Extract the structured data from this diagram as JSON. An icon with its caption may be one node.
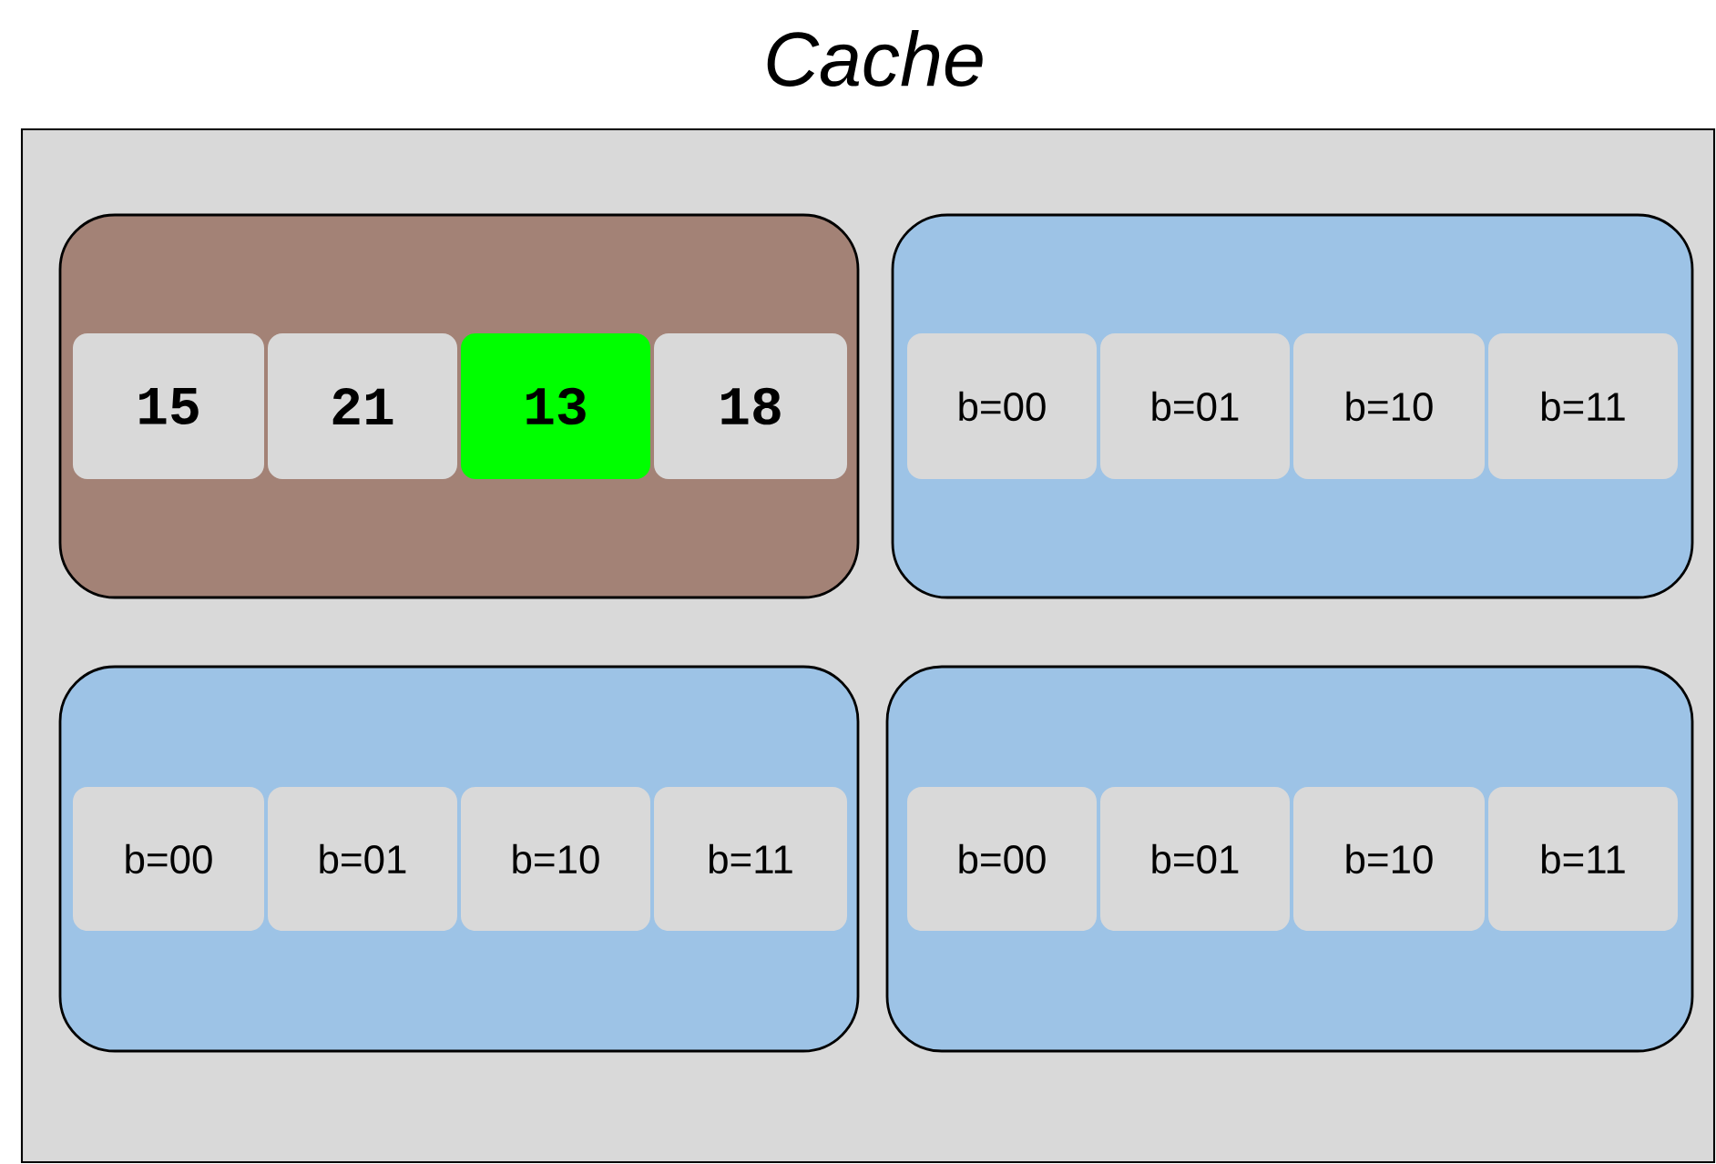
{
  "diagram": {
    "title": "Cache",
    "nodes": [
      {
        "text": [],
        "shape": "box"
      },
      {
        "text": [],
        "shape": "box",
        "in": 0
      },
      {
        "text": [
          "15"
        ],
        "in": 1
      },
      {
        "text": [
          "21"
        ],
        "in": 1
      },
      {
        "text": [
          "13"
        ],
        "in": 1
      },
      {
        "text": [
          "18"
        ],
        "in": 1
      },
      {
        "text": [],
        "shape": "box",
        "in": 0
      },
      {
        "text": [
          "b=00"
        ],
        "in": 6
      },
      {
        "text": [
          "b=01"
        ],
        "in": 6
      },
      {
        "text": [
          "b=10"
        ],
        "in": 6
      },
      {
        "text": [
          "b=11"
        ],
        "in": 6
      },
      {
        "text": [],
        "shape": "box",
        "in": 0
      },
      {
        "text": [
          "b=00"
        ],
        "in": 11
      },
      {
        "text": [
          "b=01"
        ],
        "in": 11
      },
      {
        "text": [
          "b=10"
        ],
        "in": 11
      },
      {
        "text": [
          "b=11"
        ],
        "in": 11
      },
      {
        "text": [],
        "shape": "box",
        "in": 0
      },
      {
        "text": [
          "b=00"
        ],
        "in": 16
      },
      {
        "text": [
          "b=01"
        ],
        "in": 16
      },
      {
        "text": [
          "b=10"
        ],
        "in": 16
      },
      {
        "text": [
          "b=11"
        ],
        "in": 16
      }
    ]
  }
}
